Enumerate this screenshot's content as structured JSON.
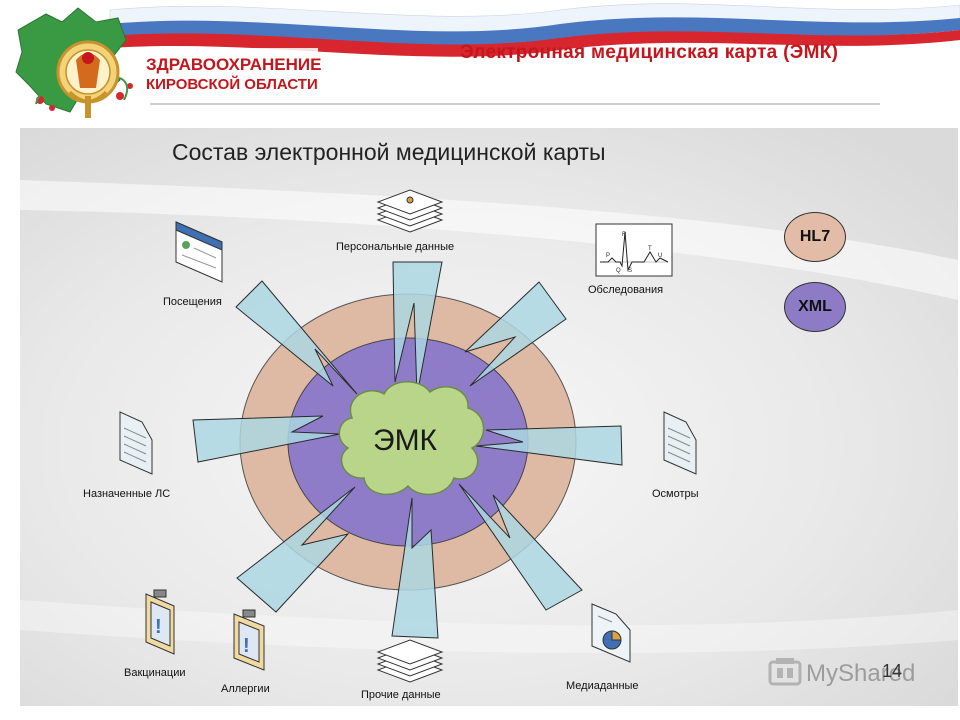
{
  "header": {
    "logo_line1": "ЗДРАВООХРАНЕНИЕ",
    "logo_line2": "КИРОВСКОЙ ОБЛАСТИ",
    "slide_title": "Электронная медицинская карта (ЭМК)"
  },
  "diagram": {
    "heading": "Состав электронной медицинской карты",
    "core": "ЭМК",
    "sources": [
      {
        "label": "Персональные данные",
        "icon": "stacked-documents-icon"
      },
      {
        "label": "Обследования",
        "icon": "ecg-chart-icon"
      },
      {
        "label": "Осмотры",
        "icon": "document-icon"
      },
      {
        "label": "Медиаданные",
        "icon": "pie-chart-document-icon"
      },
      {
        "label": "Прочие данные",
        "icon": "stacked-documents-icon"
      },
      {
        "label": "Аллергии",
        "icon": "clipboard-alert-icon"
      },
      {
        "label": "Вакцинации",
        "icon": "clipboard-alert-icon"
      },
      {
        "label": "Назначенные ЛС",
        "icon": "document-icon"
      },
      {
        "label": "Посещения",
        "icon": "browser-window-icon"
      }
    ],
    "ecg_labels": [
      "R",
      "P",
      "Q",
      "S",
      "T",
      "U"
    ],
    "formats": [
      "HL7",
      "XML"
    ],
    "colors": {
      "outer_ring": "#deb9a3",
      "inner_ring": "#8f7cc8",
      "core": "#b9d58a",
      "arrow": "#acd7e3",
      "title": "#c4161c"
    }
  },
  "footer": {
    "page_number": "14",
    "watermark": "MyShared"
  }
}
